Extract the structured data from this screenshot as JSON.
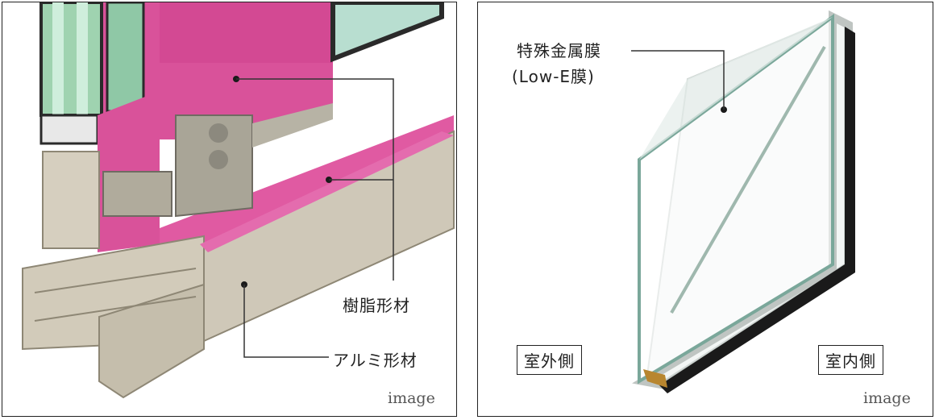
{
  "left": {
    "resin_label": "樹脂形材",
    "aluminum_label": "アルミ形材",
    "watermark": "image"
  },
  "right": {
    "coating_label_line1": "特殊金属膜",
    "coating_label_line2": "(Low-E膜)",
    "outdoor_label": "室外側",
    "indoor_label": "室内側",
    "watermark": "image"
  },
  "colors": {
    "resin_pink": "#d9529a",
    "aluminum_beige": "#cfc8b8",
    "glass_green": "#9fd3b0",
    "frame_dark": "#2a2a2a"
  }
}
